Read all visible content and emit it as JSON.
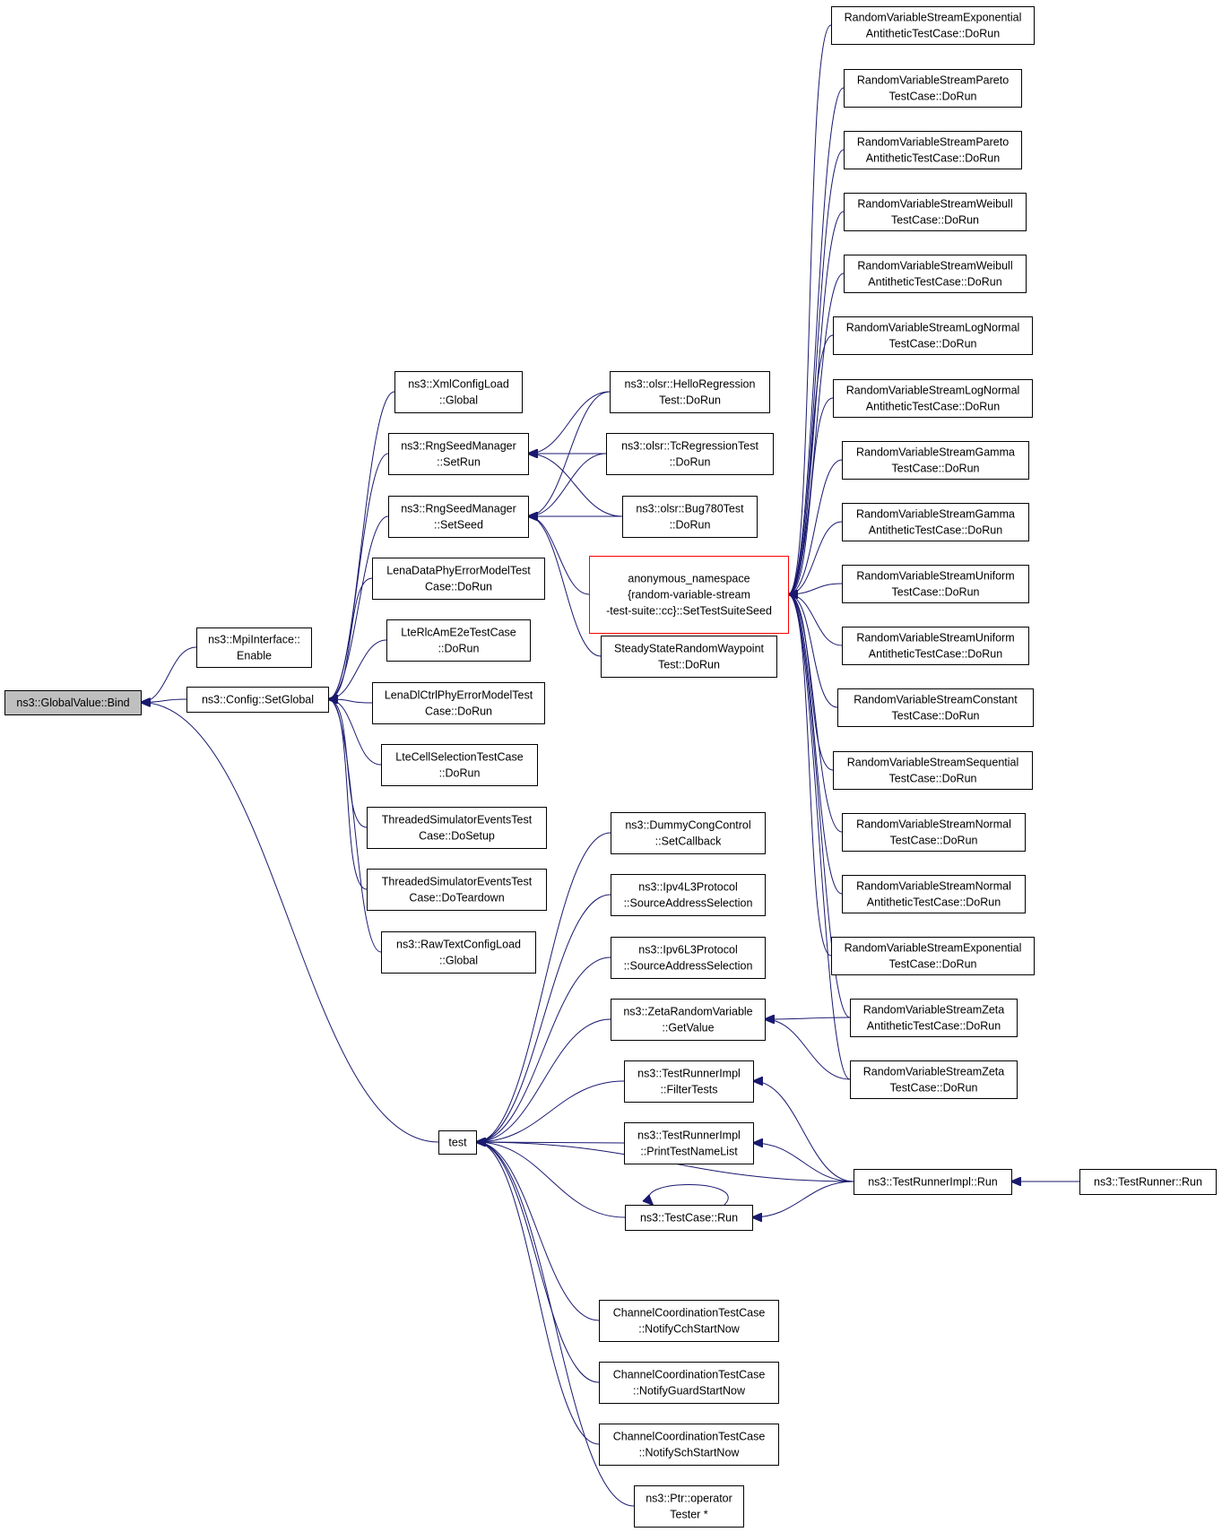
{
  "nodes": [
    {
      "id": "bind",
      "lines": [
        "ns3::GlobalValue::Bind"
      ],
      "style": "root"
    },
    {
      "id": "mpi",
      "lines": [
        "ns3::MpiInterface::",
        "Enable"
      ]
    },
    {
      "id": "setglobal",
      "lines": [
        "ns3::Config::SetGlobal"
      ]
    },
    {
      "id": "xmlcfg",
      "lines": [
        "ns3::XmlConfigLoad",
        "::Global"
      ]
    },
    {
      "id": "setrun",
      "lines": [
        "ns3::RngSeedManager",
        "::SetRun"
      ]
    },
    {
      "id": "setseed",
      "lines": [
        "ns3::RngSeedManager",
        "::SetSeed"
      ]
    },
    {
      "id": "lenadata",
      "lines": [
        "LenaDataPhyErrorModelTest",
        "Case::DoRun"
      ]
    },
    {
      "id": "lterlc",
      "lines": [
        "LteRlcAmE2eTestCase",
        "::DoRun"
      ]
    },
    {
      "id": "lenadl",
      "lines": [
        "LenaDlCtrlPhyErrorModelTest",
        "Case::DoRun"
      ]
    },
    {
      "id": "ltecell",
      "lines": [
        "LteCellSelectionTestCase",
        "::DoRun"
      ]
    },
    {
      "id": "thrsetup",
      "lines": [
        "ThreadedSimulatorEventsTest",
        "Case::DoSetup"
      ]
    },
    {
      "id": "thrteardown",
      "lines": [
        "ThreadedSimulatorEventsTest",
        "Case::DoTeardown"
      ]
    },
    {
      "id": "rawtext",
      "lines": [
        "ns3::RawTextConfigLoad",
        "::Global"
      ]
    },
    {
      "id": "hello",
      "lines": [
        "ns3::olsr::HelloRegression",
        "Test::DoRun"
      ]
    },
    {
      "id": "tcreg",
      "lines": [
        "ns3::olsr::TcRegressionTest",
        "::DoRun"
      ]
    },
    {
      "id": "bug780",
      "lines": [
        "ns3::olsr::Bug780Test",
        "::DoRun"
      ]
    },
    {
      "id": "anon",
      "lines": [
        "anonymous_namespace",
        "{random-variable-stream",
        "-test-suite::cc}::SetTestSuiteSeed"
      ],
      "style": "highlight"
    },
    {
      "id": "steady",
      "lines": [
        "SteadyStateRandomWaypoint",
        "Test::DoRun"
      ]
    },
    {
      "id": "r_expanti",
      "lines": [
        "RandomVariableStreamExponential",
        "AntitheticTestCase::DoRun"
      ]
    },
    {
      "id": "r_pareto",
      "lines": [
        "RandomVariableStreamPareto",
        "TestCase::DoRun"
      ]
    },
    {
      "id": "r_paretoanti",
      "lines": [
        "RandomVariableStreamPareto",
        "AntitheticTestCase::DoRun"
      ]
    },
    {
      "id": "r_weibull",
      "lines": [
        "RandomVariableStreamWeibull",
        "TestCase::DoRun"
      ]
    },
    {
      "id": "r_weibullanti",
      "lines": [
        "RandomVariableStreamWeibull",
        "AntitheticTestCase::DoRun"
      ]
    },
    {
      "id": "r_lognorm",
      "lines": [
        "RandomVariableStreamLogNormal",
        "TestCase::DoRun"
      ]
    },
    {
      "id": "r_lognormanti",
      "lines": [
        "RandomVariableStreamLogNormal",
        "AntitheticTestCase::DoRun"
      ]
    },
    {
      "id": "r_gamma",
      "lines": [
        "RandomVariableStreamGamma",
        "TestCase::DoRun"
      ]
    },
    {
      "id": "r_gammaanti",
      "lines": [
        "RandomVariableStreamGamma",
        "AntitheticTestCase::DoRun"
      ]
    },
    {
      "id": "r_uniform",
      "lines": [
        "RandomVariableStreamUniform",
        "TestCase::DoRun"
      ]
    },
    {
      "id": "r_uniformanti",
      "lines": [
        "RandomVariableStreamUniform",
        "AntitheticTestCase::DoRun"
      ]
    },
    {
      "id": "r_constant",
      "lines": [
        "RandomVariableStreamConstant",
        "TestCase::DoRun"
      ]
    },
    {
      "id": "r_sequential",
      "lines": [
        "RandomVariableStreamSequential",
        "TestCase::DoRun"
      ]
    },
    {
      "id": "r_normal",
      "lines": [
        "RandomVariableStreamNormal",
        "TestCase::DoRun"
      ]
    },
    {
      "id": "r_normalanti",
      "lines": [
        "RandomVariableStreamNormal",
        "AntitheticTestCase::DoRun"
      ]
    },
    {
      "id": "r_exp",
      "lines": [
        "RandomVariableStreamExponential",
        "TestCase::DoRun"
      ]
    },
    {
      "id": "r_zetaanti",
      "lines": [
        "RandomVariableStreamZeta",
        "AntitheticTestCase::DoRun"
      ]
    },
    {
      "id": "r_zeta",
      "lines": [
        "RandomVariableStreamZeta",
        "TestCase::DoRun"
      ]
    },
    {
      "id": "dummycong",
      "lines": [
        "ns3::DummyCongControl",
        "::SetCallback"
      ]
    },
    {
      "id": "ipv4",
      "lines": [
        "ns3::Ipv4L3Protocol",
        "::SourceAddressSelection"
      ]
    },
    {
      "id": "ipv6",
      "lines": [
        "ns3::Ipv6L3Protocol",
        "::SourceAddressSelection"
      ]
    },
    {
      "id": "zetarv",
      "lines": [
        "ns3::ZetaRandomVariable",
        "::GetValue"
      ]
    },
    {
      "id": "filtertests",
      "lines": [
        "ns3::TestRunnerImpl",
        "::FilterTests"
      ]
    },
    {
      "id": "printtests",
      "lines": [
        "ns3::TestRunnerImpl",
        "::PrintTestNameList"
      ]
    },
    {
      "id": "test",
      "lines": [
        "test"
      ]
    },
    {
      "id": "tcrun",
      "lines": [
        "ns3::TestCase::Run"
      ]
    },
    {
      "id": "trimplrun",
      "lines": [
        "ns3::TestRunnerImpl::Run"
      ]
    },
    {
      "id": "trrun",
      "lines": [
        "ns3::TestRunner::Run"
      ]
    },
    {
      "id": "chcch",
      "lines": [
        "ChannelCoordinationTestCase",
        "::NotifyCchStartNow"
      ]
    },
    {
      "id": "chguard",
      "lines": [
        "ChannelCoordinationTestCase",
        "::NotifyGuardStartNow"
      ]
    },
    {
      "id": "chsch",
      "lines": [
        "ChannelCoordinationTestCase",
        "::NotifySchStartNow"
      ]
    },
    {
      "id": "ptrop",
      "lines": [
        "ns3::Ptr::operator",
        "Tester *"
      ]
    }
  ],
  "edges": [
    [
      "mpi",
      "bind"
    ],
    [
      "setglobal",
      "bind"
    ],
    [
      "test",
      "bind"
    ],
    [
      "xmlcfg",
      "setglobal"
    ],
    [
      "setrun",
      "setglobal"
    ],
    [
      "setseed",
      "setglobal"
    ],
    [
      "lenadata",
      "setglobal"
    ],
    [
      "lterlc",
      "setglobal"
    ],
    [
      "lenadl",
      "setglobal"
    ],
    [
      "ltecell",
      "setglobal"
    ],
    [
      "thrsetup",
      "setglobal"
    ],
    [
      "thrteardown",
      "setglobal"
    ],
    [
      "rawtext",
      "setglobal"
    ],
    [
      "hello",
      "setrun"
    ],
    [
      "tcreg",
      "setrun"
    ],
    [
      "bug780",
      "setrun"
    ],
    [
      "hello",
      "setseed"
    ],
    [
      "tcreg",
      "setseed"
    ],
    [
      "bug780",
      "setseed"
    ],
    [
      "anon",
      "setseed"
    ],
    [
      "steady",
      "setseed"
    ],
    [
      "r_expanti",
      "anon"
    ],
    [
      "r_pareto",
      "anon"
    ],
    [
      "r_paretoanti",
      "anon"
    ],
    [
      "r_weibull",
      "anon"
    ],
    [
      "r_weibullanti",
      "anon"
    ],
    [
      "r_lognorm",
      "anon"
    ],
    [
      "r_lognormanti",
      "anon"
    ],
    [
      "r_gamma",
      "anon"
    ],
    [
      "r_gammaanti",
      "anon"
    ],
    [
      "r_uniform",
      "anon"
    ],
    [
      "r_uniformanti",
      "anon"
    ],
    [
      "r_constant",
      "anon"
    ],
    [
      "r_sequential",
      "anon"
    ],
    [
      "r_normal",
      "anon"
    ],
    [
      "r_normalanti",
      "anon"
    ],
    [
      "r_exp",
      "anon"
    ],
    [
      "r_zetaanti",
      "anon"
    ],
    [
      "r_zeta",
      "anon"
    ],
    [
      "r_zetaanti",
      "zetarv"
    ],
    [
      "r_zeta",
      "zetarv"
    ],
    [
      "dummycong",
      "test"
    ],
    [
      "ipv4",
      "test"
    ],
    [
      "ipv6",
      "test"
    ],
    [
      "zetarv",
      "test"
    ],
    [
      "filtertests",
      "test"
    ],
    [
      "printtests",
      "test"
    ],
    [
      "tcrun",
      "test"
    ],
    [
      "trimplrun",
      "test"
    ],
    [
      "chcch",
      "test"
    ],
    [
      "chguard",
      "test"
    ],
    [
      "chsch",
      "test"
    ],
    [
      "ptrop",
      "test"
    ],
    [
      "trimplrun",
      "filtertests"
    ],
    [
      "trimplrun",
      "printtests"
    ],
    [
      "trimplrun",
      "tcrun"
    ],
    [
      "tcrun",
      "tcrun"
    ],
    [
      "trrun",
      "trimplrun"
    ]
  ]
}
